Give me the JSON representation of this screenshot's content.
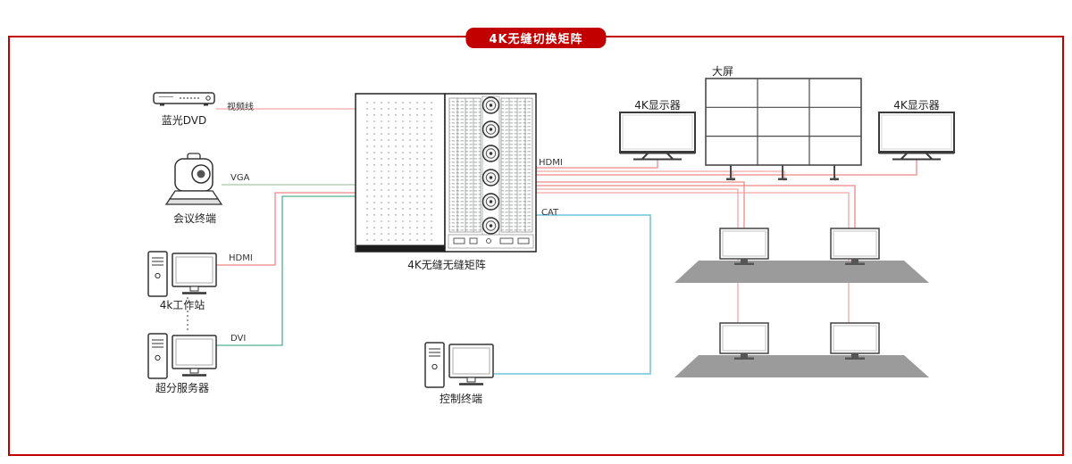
{
  "title": "4K无缝切换矩阵",
  "sources": {
    "bluray": {
      "label": "蓝光DVD",
      "cable": "视频线"
    },
    "conference": {
      "label": "会议终端",
      "cable": "VGA"
    },
    "workstation": {
      "label": "4k工作站",
      "cable": "HDMI"
    },
    "server": {
      "label": "超分服务器",
      "cable": "DVI"
    }
  },
  "matrix": {
    "label": "4K无缝无缝矩阵",
    "outputs": {
      "hdmi": "HDMI",
      "cat": "CAT"
    }
  },
  "displays": {
    "display_left": "4K显示器",
    "wall": "大屏",
    "display_right": "4K显示器",
    "control": "控制终端"
  },
  "colors": {
    "accent_red": "#c30000",
    "line_red": "#ee8888",
    "line_pink": "#f2a6a6",
    "line_green_dvi": "#52b08e",
    "line_green_vga": "#a9c4a9",
    "line_cyan": "#54b8d8",
    "desk_gray": "#9b9b9b"
  },
  "icons": [
    "bluray-dvd-icon",
    "conference-camera-icon",
    "workstation-pc-icon",
    "server-pc-icon",
    "matrix-device-icon",
    "display-left-icon",
    "display-right-icon",
    "video-wall-icon",
    "desk-monitor-icon",
    "control-terminal-icon"
  ],
  "connections": [
    {
      "from": "蓝光DVD",
      "to": "矩阵",
      "cable": "视频线",
      "color": "#f2a6a6"
    },
    {
      "from": "会议终端",
      "to": "矩阵",
      "cable": "VGA",
      "color": "#a9c4a9"
    },
    {
      "from": "4k工作站",
      "to": "矩阵",
      "cable": "HDMI",
      "color": "#ee8888"
    },
    {
      "from": "超分服务器",
      "to": "矩阵",
      "cable": "DVI",
      "color": "#52b08e"
    },
    {
      "from": "矩阵",
      "to": "4K显示器(左)",
      "cable": "HDMI",
      "color": "#ee8888"
    },
    {
      "from": "矩阵",
      "to": "大屏",
      "cable": "HDMI",
      "color": "#f2a6a6"
    },
    {
      "from": "矩阵",
      "to": "4K显示器(右)",
      "cable": "HDMI",
      "color": "#ee8888"
    },
    {
      "from": "矩阵",
      "to": "坐席显示器×4",
      "cable": "HDMI",
      "color": "#ee8888"
    },
    {
      "from": "矩阵",
      "to": "控制终端",
      "cable": "CAT",
      "color": "#54b8d8"
    }
  ]
}
